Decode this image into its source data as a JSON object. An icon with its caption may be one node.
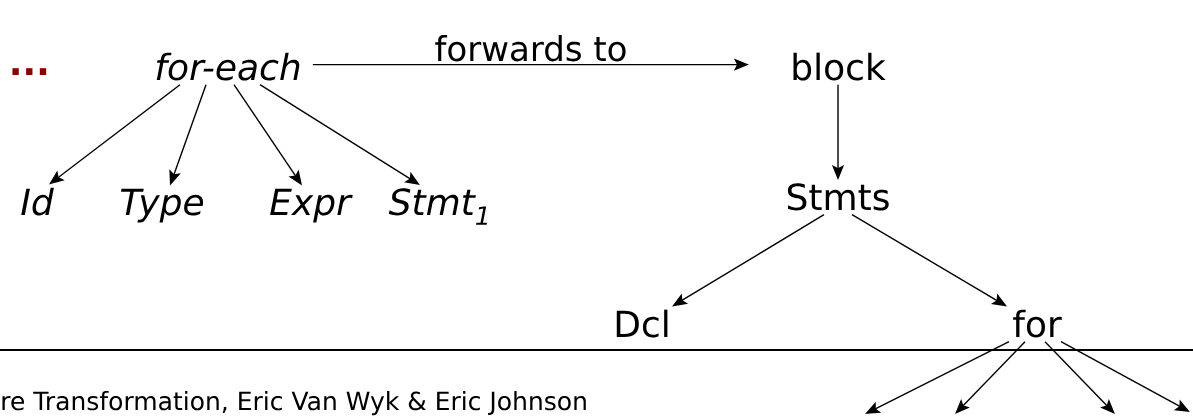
{
  "diagram": {
    "nodes": [
      {
        "text": [
          "for-each"
        ]
      },
      {
        "text": [
          "Id"
        ]
      },
      {
        "text": [
          "Type"
        ]
      },
      {
        "text": [
          "Expr"
        ]
      },
      {
        "text": [
          "Stmt$_{1}$"
        ]
      },
      {
        "text": [
          "block"
        ]
      },
      {
        "text": [
          "Stmts"
        ]
      },
      {
        "text": [
          "Dcl"
        ]
      },
      {
        "text": [
          "for"
        ]
      }
    ],
    "edges": [
      {
        "from": 0,
        "to": 1,
        "arrow": "to"
      },
      {
        "from": 0,
        "to": 2,
        "arrow": "to"
      },
      {
        "from": 0,
        "to": 3,
        "arrow": "to"
      },
      {
        "from": 0,
        "to": 4,
        "arrow": "to"
      },
      {
        "from": 0,
        "to": 5,
        "arrow": "to",
        "label": "forwards to"
      },
      {
        "from": 5,
        "to": 6,
        "arrow": "to"
      },
      {
        "from": 6,
        "to": 7,
        "arrow": "to"
      },
      {
        "from": 6,
        "to": 8,
        "arrow": "to"
      },
      {
        "from": 8,
        "to": null,
        "arrow": "to"
      },
      {
        "from": 8,
        "to": null,
        "arrow": "to"
      },
      {
        "from": 8,
        "to": null,
        "arrow": "to"
      },
      {
        "from": 8,
        "to": null,
        "arrow": "to"
      }
    ],
    "labels": [
      "...",
      "re Transformation, Eric Van Wyk & Eric Johnson"
    ]
  }
}
